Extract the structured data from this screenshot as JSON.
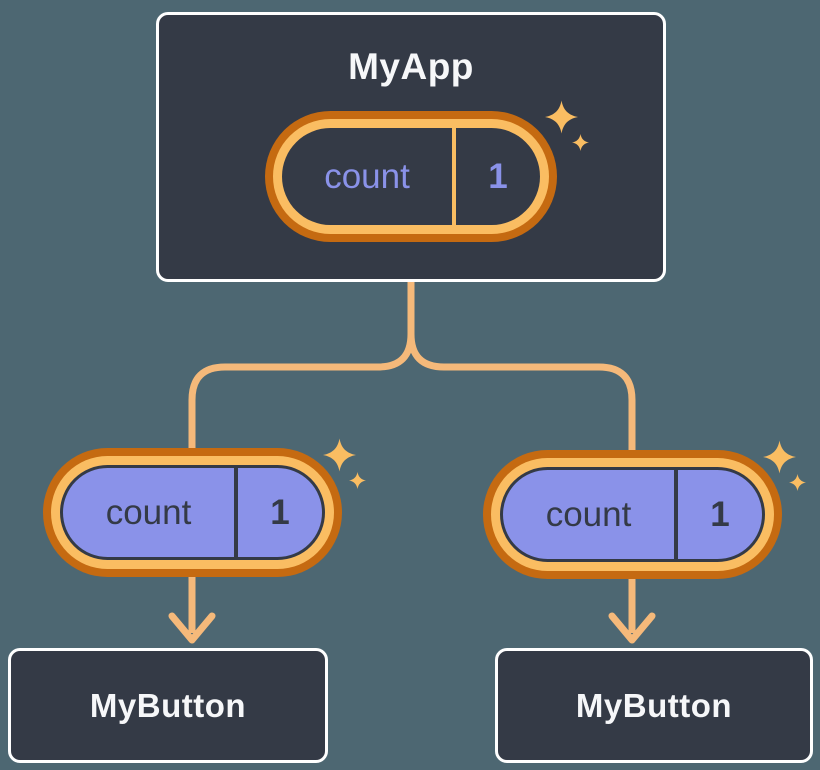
{
  "colors": {
    "bg": "#4D6772",
    "card": "#343A46",
    "cardBorder": "#FFFFFF",
    "title": "#F6F7F9",
    "orangeDark": "#C56A11",
    "orangeLight": "#FABD62",
    "lineOrange": "#F5B97A",
    "purple": "#8A92E9"
  },
  "nodes": {
    "app": {
      "label": "MyApp",
      "state": {
        "key": "count",
        "value": "1"
      }
    },
    "left_prop": {
      "key": "count",
      "value": "1"
    },
    "right_prop": {
      "key": "count",
      "value": "1"
    },
    "left_button": {
      "label": "MyButton"
    },
    "right_button": {
      "label": "MyButton"
    }
  },
  "icons": {
    "sparkle": "four-point-sparkle",
    "arrow": "downward-arrow",
    "connector": "forked-tree-line"
  }
}
